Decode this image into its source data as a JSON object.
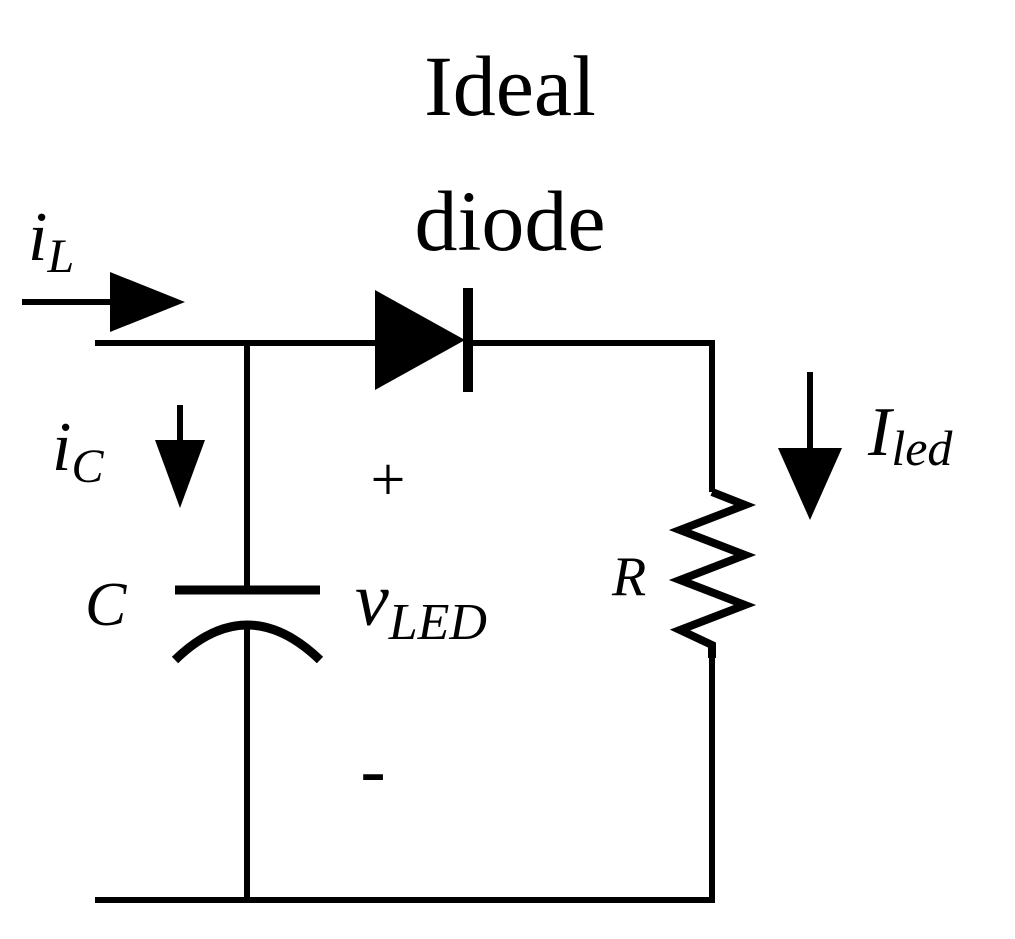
{
  "diagram": {
    "title_line1": "Ideal",
    "title_line2": "diode",
    "i_L": {
      "main": "i",
      "sub": "L"
    },
    "i_C": {
      "main": "i",
      "sub": "C"
    },
    "I_led": {
      "main": "I",
      "sub": "led"
    },
    "capacitor_label": "C",
    "resistor_label": "R",
    "v_LED": {
      "main": "v",
      "sub": "LED"
    },
    "plus_sign": "+",
    "minus_sign": "-"
  }
}
